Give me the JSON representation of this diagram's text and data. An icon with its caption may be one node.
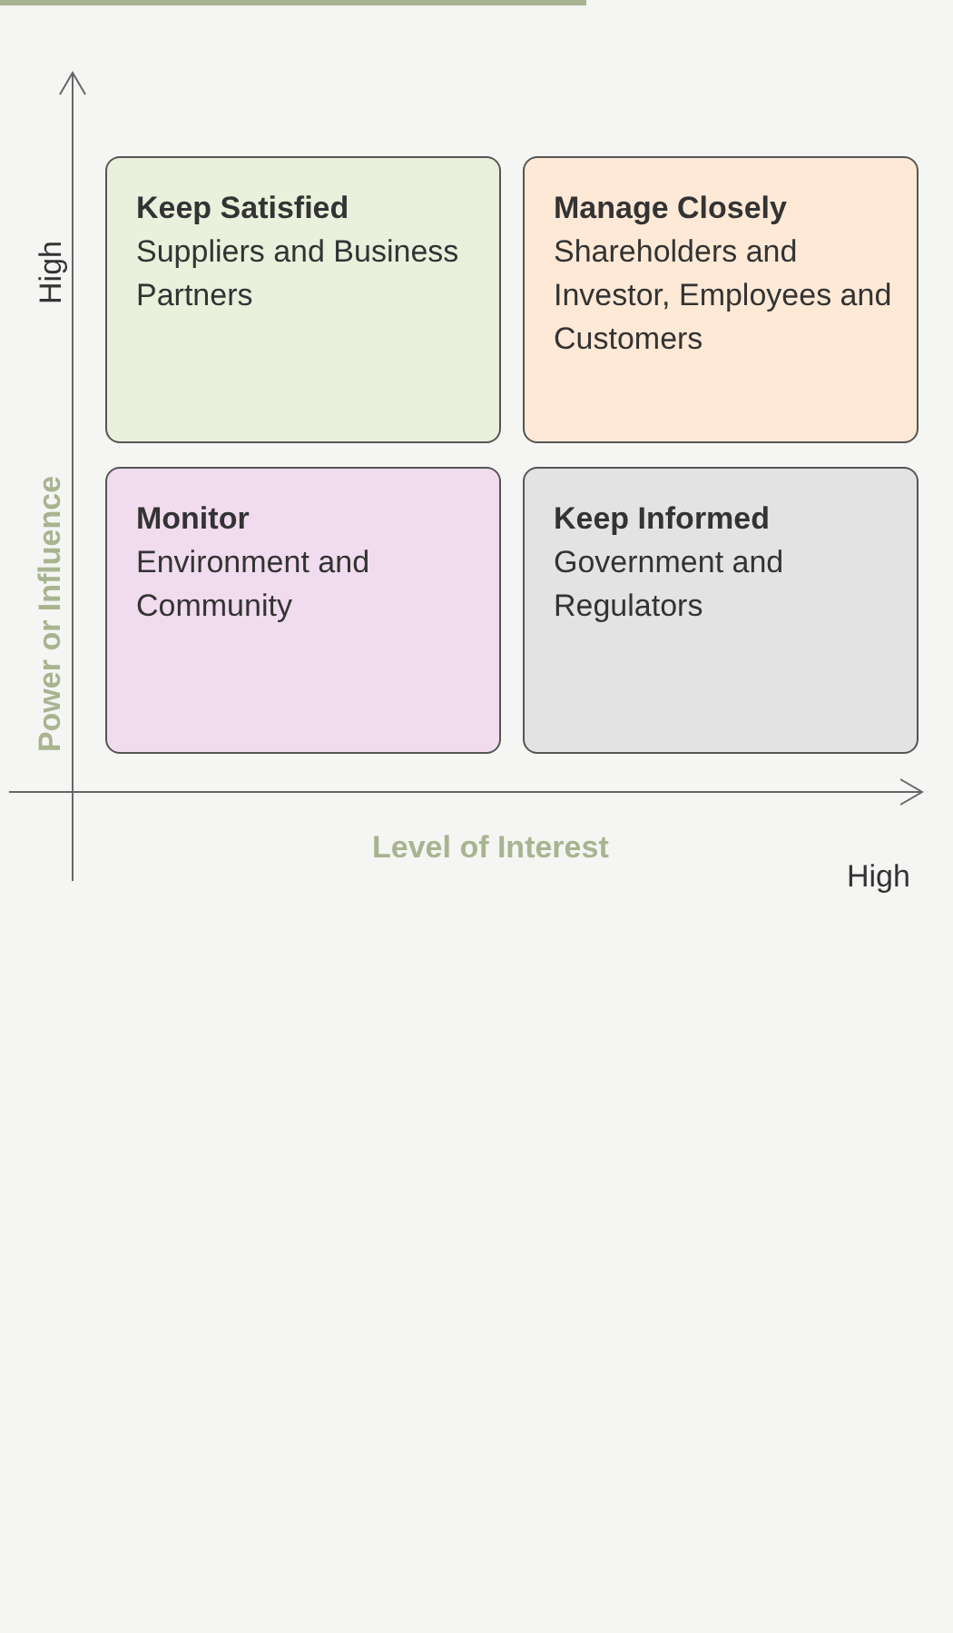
{
  "diagram": {
    "nodes": [
      {
        "text": [
          "Keep Satisfied",
          "Suppliers and Business Partners"
        ]
      },
      {
        "text": [
          "Manage Closely",
          "Shareholders and Investor, Employees and Customers"
        ]
      },
      {
        "text": [
          "Monitor",
          "Environment and Community"
        ]
      },
      {
        "text": [
          "Keep Informed",
          "Government and Regulators"
        ]
      }
    ],
    "edges": [],
    "labels": [
      "High",
      "Power or Influence",
      "Level of Interest",
      "High"
    ]
  }
}
